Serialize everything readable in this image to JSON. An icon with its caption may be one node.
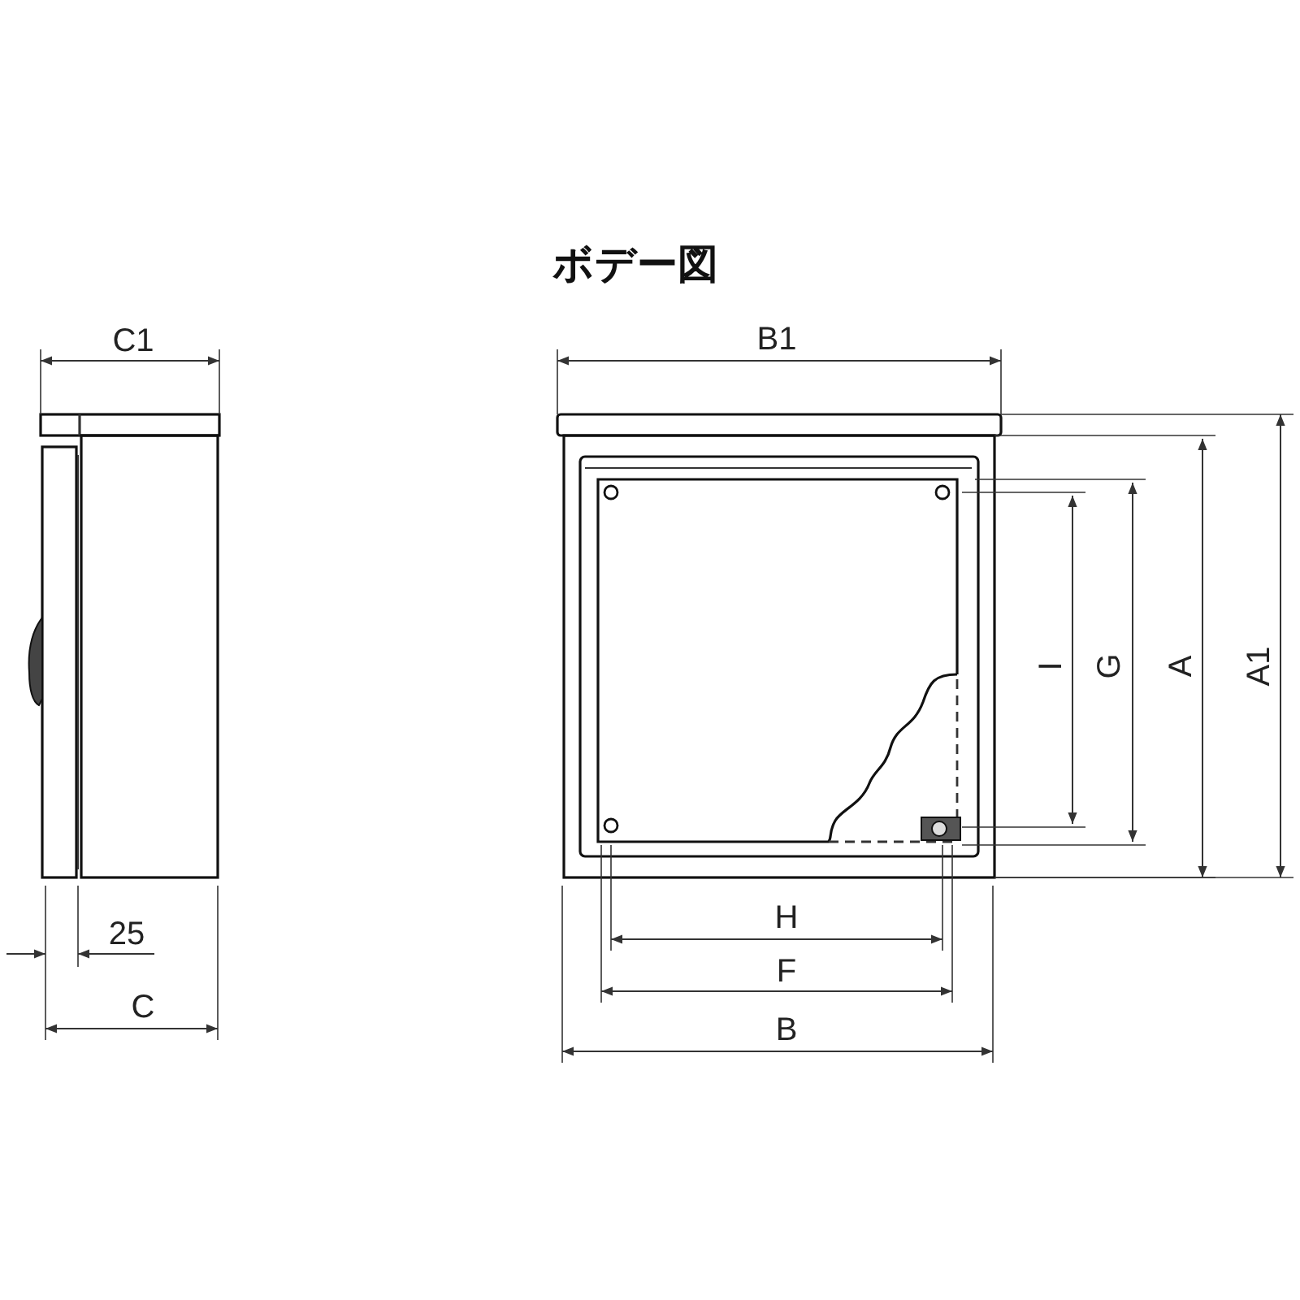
{
  "diagram": {
    "title": "ボデー図",
    "labels": [
      "C1",
      "B1",
      "I",
      "G",
      "A",
      "A1",
      "25",
      "H",
      "F",
      "C",
      "B"
    ]
  }
}
